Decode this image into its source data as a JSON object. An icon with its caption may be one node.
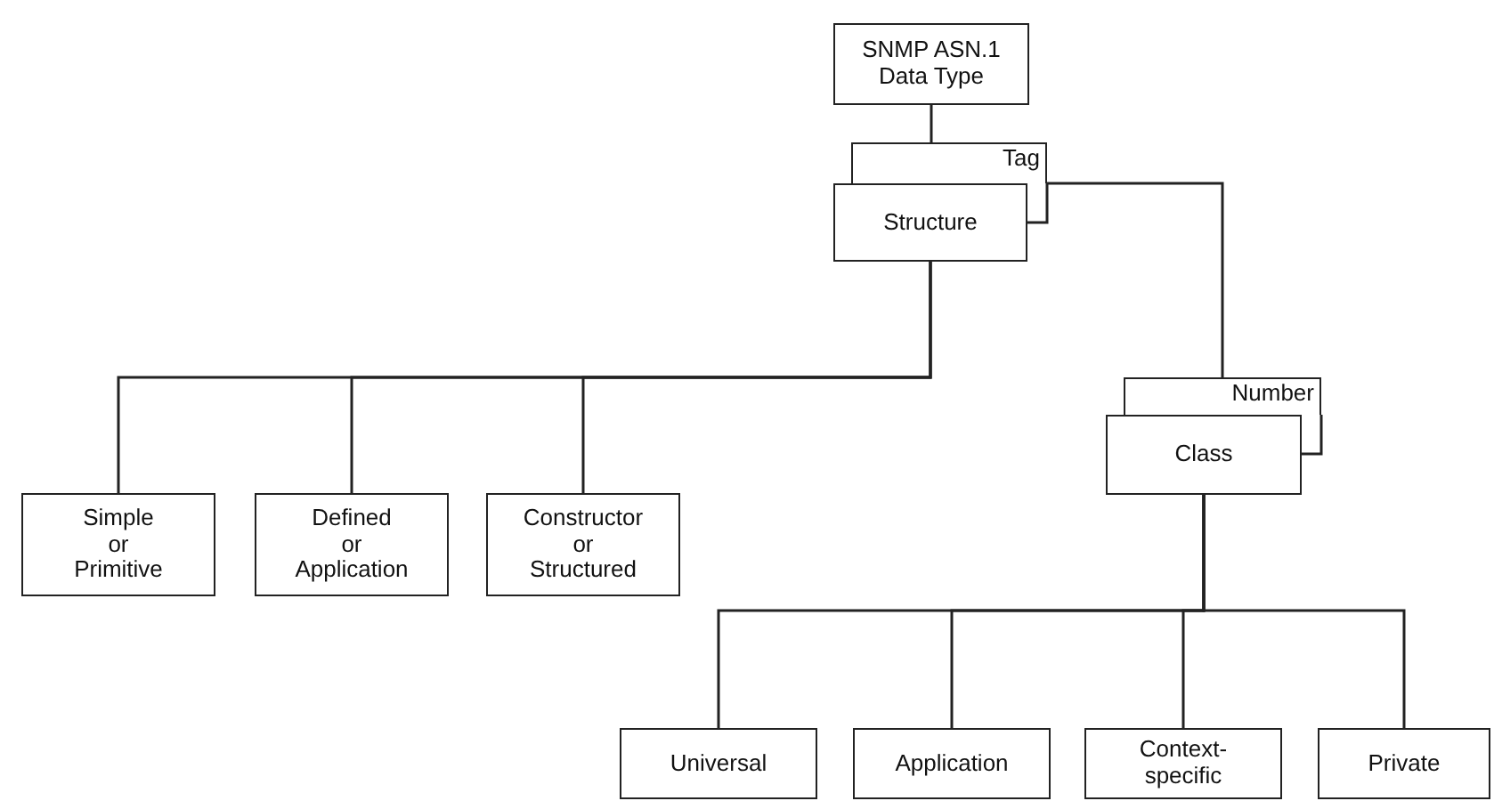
{
  "diagram": {
    "nodes": [
      {
        "text": [
          "SNMP ASN.1 Data Type"
        ]
      },
      {
        "text": [
          "Tag"
        ]
      },
      {
        "text": [
          "Structure"
        ]
      },
      {
        "text": [
          "Simple or Primitive"
        ]
      },
      {
        "text": [
          "Defined or Application"
        ]
      },
      {
        "text": [
          "Constructor or Structured"
        ]
      },
      {
        "text": [
          "Number"
        ]
      },
      {
        "text": [
          "Class"
        ]
      },
      {
        "text": [
          "Universal"
        ]
      },
      {
        "text": [
          "Application"
        ]
      },
      {
        "text": [
          "Context- specific"
        ]
      },
      {
        "text": [
          "Private"
        ]
      }
    ],
    "edges": [
      {
        "from": 0,
        "to": 1,
        "arrow": "none"
      },
      {
        "from": 1,
        "to": 6,
        "arrow": "none"
      },
      {
        "from": 2,
        "to": 3,
        "arrow": "none"
      },
      {
        "from": 2,
        "to": 4,
        "arrow": "none"
      },
      {
        "from": 2,
        "to": 5,
        "arrow": "none"
      },
      {
        "from": 7,
        "to": 8,
        "arrow": "none"
      },
      {
        "from": 7,
        "to": 9,
        "arrow": "none"
      },
      {
        "from": 7,
        "to": 10,
        "arrow": "none"
      },
      {
        "from": 7,
        "to": 11,
        "arrow": "none"
      }
    ]
  }
}
